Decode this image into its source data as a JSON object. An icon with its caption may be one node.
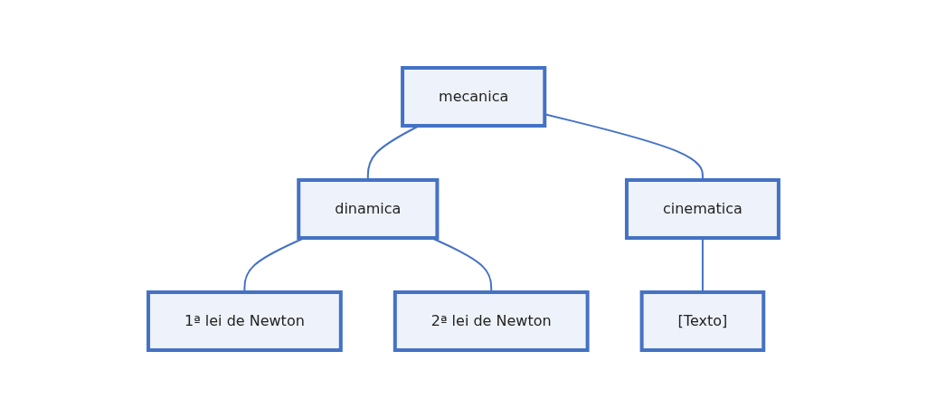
{
  "diagram": {
    "nodes": [
      {
        "text": [
          "mecanica"
        ]
      },
      {
        "text": [
          "dinamica"
        ]
      },
      {
        "text": [
          "cinematica"
        ]
      },
      {
        "text": [
          "1ª lei de Newton"
        ]
      },
      {
        "text": [
          "2ª lei de Newton"
        ]
      },
      {
        "text": [
          "[Texto]"
        ]
      }
    ],
    "edges": [
      {
        "from": 0,
        "to": 1,
        "arrow": "none"
      },
      {
        "from": 0,
        "to": 2,
        "arrow": "none"
      },
      {
        "from": 1,
        "to": 3,
        "arrow": "none"
      },
      {
        "from": 1,
        "to": 4,
        "arrow": "none"
      },
      {
        "from": 2,
        "to": 5,
        "arrow": "none"
      }
    ]
  }
}
